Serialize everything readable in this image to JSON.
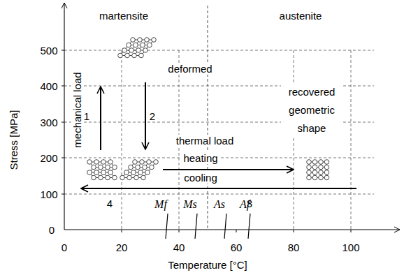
{
  "diagram": {
    "labels": [
      "martensite",
      "austenite",
      "deformed",
      "recovered geometric shape",
      "mechanical load",
      "thermal load",
      "heating",
      "cooling",
      "1",
      "2",
      "3",
      "4",
      "Mf",
      "Ms",
      "As",
      "Af",
      "500",
      "400",
      "300",
      "200",
      "100",
      "0",
      "0",
      "20",
      "40",
      "60",
      "80",
      "100",
      "Stress [MPa]",
      "Temperature [°C]"
    ]
  }
}
